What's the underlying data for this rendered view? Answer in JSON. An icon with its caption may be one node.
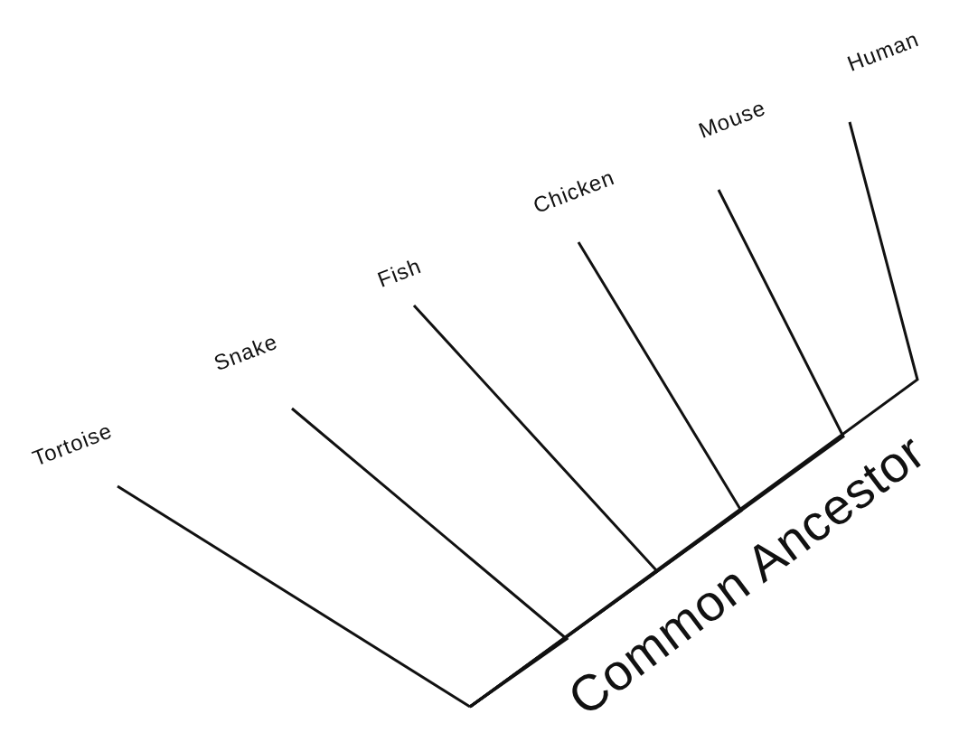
{
  "diagram": {
    "nodes": [
      {
        "text": [
          "Tortoise"
        ]
      },
      {
        "text": [
          "Snake"
        ]
      },
      {
        "text": [
          "Fish"
        ]
      },
      {
        "text": [
          "Chicken"
        ]
      },
      {
        "text": [
          "Mouse"
        ]
      },
      {
        "text": [
          "Human"
        ]
      }
    ],
    "edges": [
      {
        "from": null,
        "to": 0,
        "arrow": "none"
      },
      {
        "from": null,
        "to": 1,
        "arrow": "none"
      },
      {
        "from": null,
        "to": 2,
        "arrow": "none"
      },
      {
        "from": null,
        "to": 3,
        "arrow": "none"
      },
      {
        "from": null,
        "to": 4,
        "arrow": "none"
      },
      {
        "from": null,
        "to": 5,
        "arrow": "none"
      }
    ],
    "labels": [
      "Common Ancestor"
    ]
  }
}
